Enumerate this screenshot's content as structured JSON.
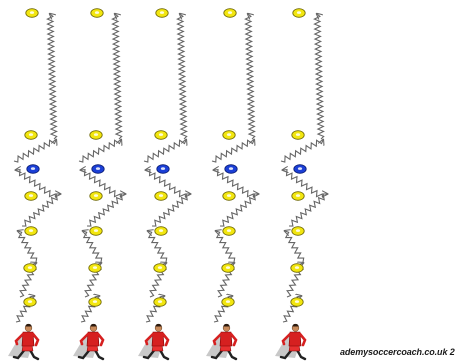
{
  "watermark": "ademysoccercoach.co.uk 2",
  "colors": {
    "cone_yellow": "#f2e60f",
    "cone_yellow_edge": "#6b6400",
    "cone_blue": "#1b3fd6",
    "cone_blue_edge": "#081a70",
    "path_gray": "#666666",
    "player_red": "#d62020",
    "player_shorts": "#e83030",
    "player_skin": "#c88a5a",
    "player_shadow": "#9a9a9a"
  },
  "drill": {
    "lanes": 5,
    "cones_per_lane": [
      "yellow",
      "yellow",
      "blue",
      "yellow",
      "yellow",
      "yellow",
      "yellow"
    ],
    "legend_icons": [
      "cone-yellow",
      "cone-blue",
      "dribble-path-arrow",
      "player-icon"
    ]
  }
}
